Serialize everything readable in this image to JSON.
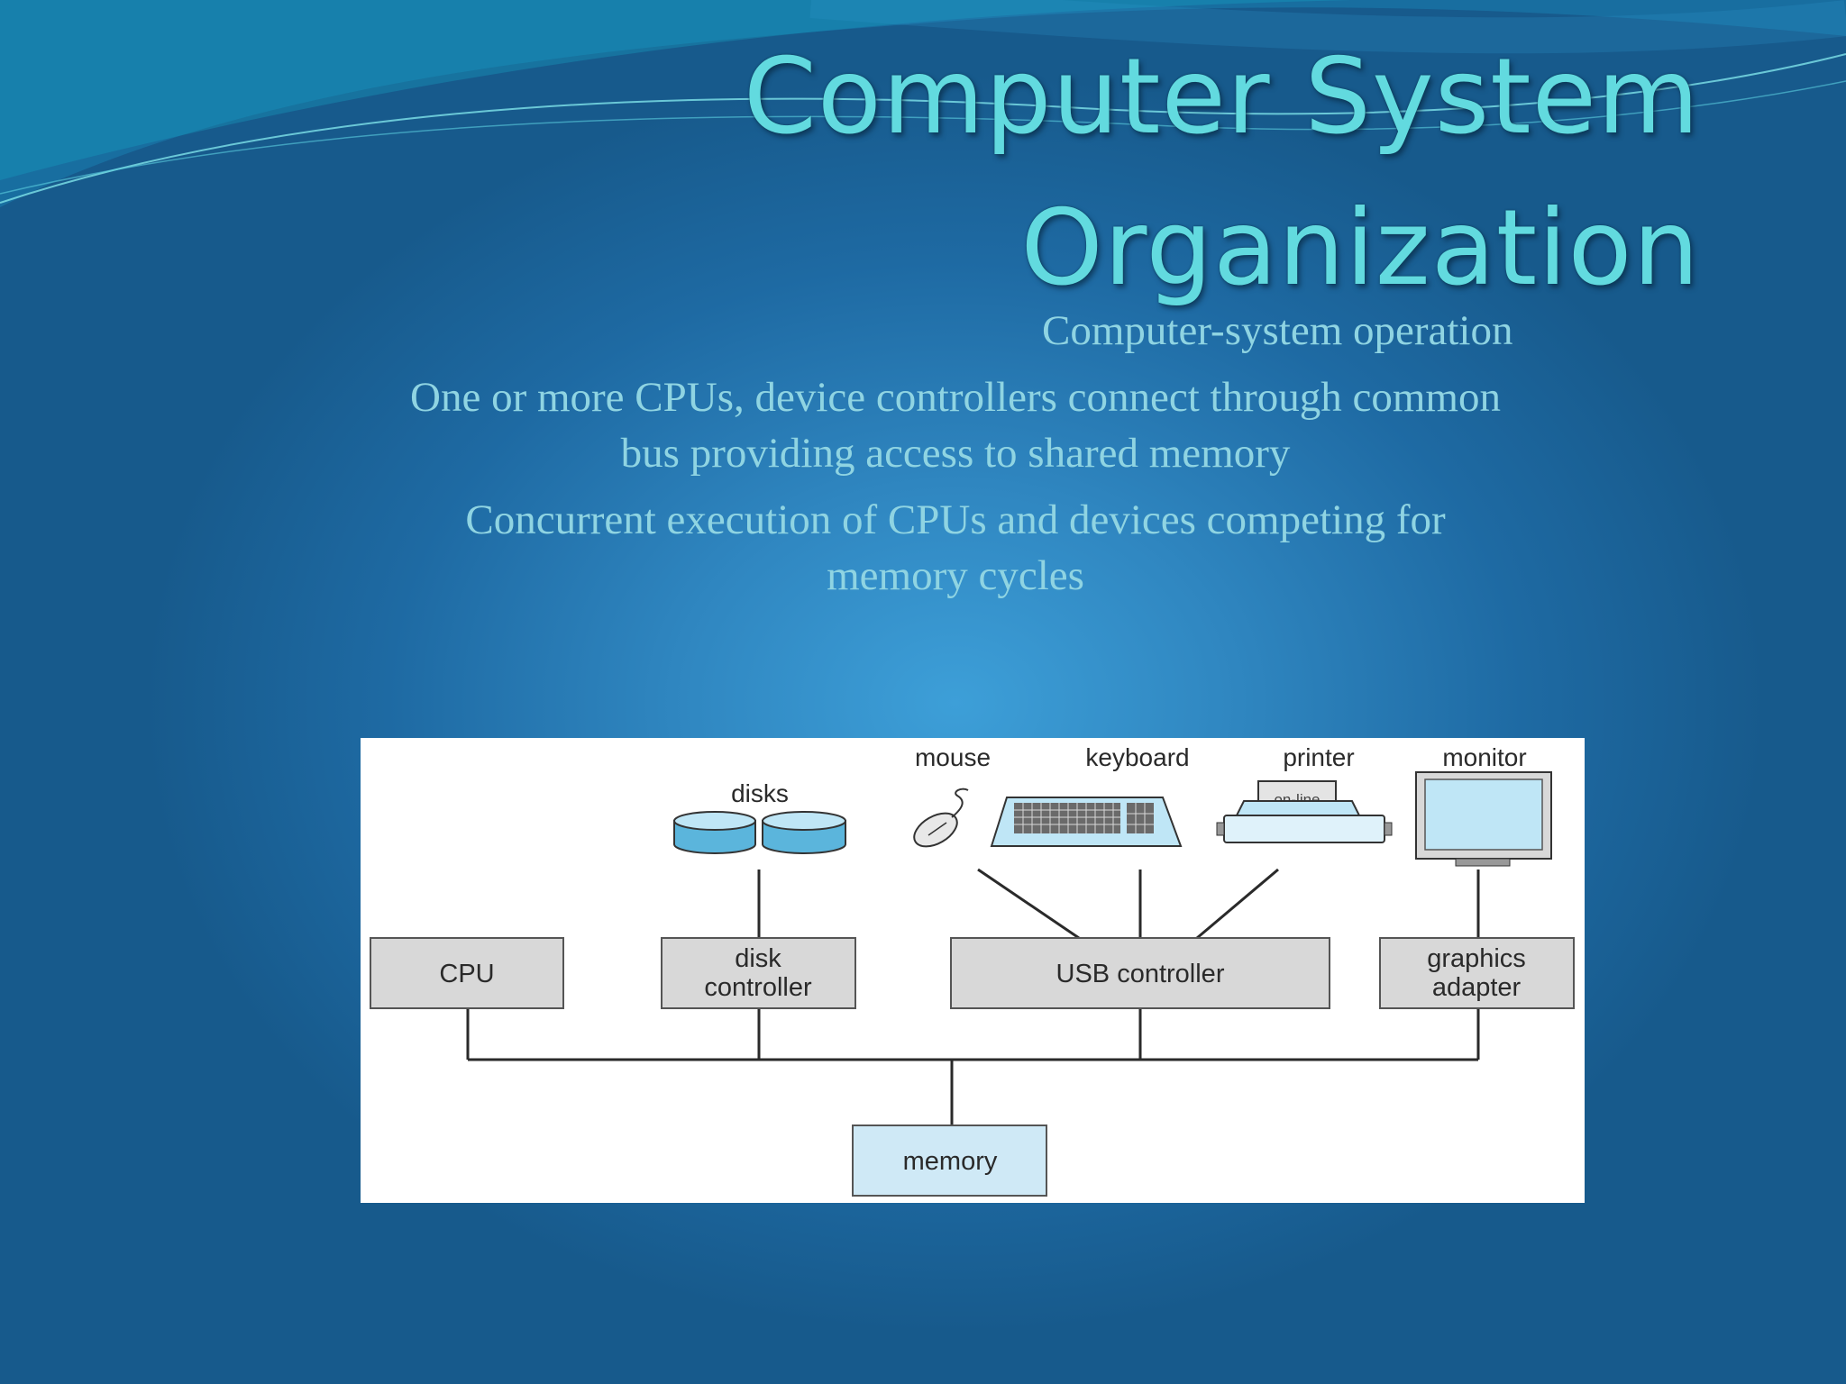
{
  "slide": {
    "title_line1": "Computer System",
    "title_line2": "Organization",
    "subtitle": "Computer-system operation",
    "bullet1_line1": "One or more CPUs, device controllers connect through common",
    "bullet1_line2": "bus providing access to shared memory",
    "bullet2_line1": "Concurrent execution of CPUs and devices competing for",
    "bullet2_line2": "memory cycles"
  },
  "diagram": {
    "devices": {
      "disks": "disks",
      "mouse": "mouse",
      "keyboard": "keyboard",
      "printer": "printer",
      "printer_panel": "on-line",
      "monitor": "monitor"
    },
    "boxes": {
      "cpu": "CPU",
      "disk_controller_1": "disk",
      "disk_controller_2": "controller",
      "usb_controller": "USB controller",
      "graphics_adapter_1": "graphics",
      "graphics_adapter_2": "adapter",
      "memory": "memory"
    }
  },
  "colors": {
    "title": "#62dadf",
    "body_text": "#8fd4e2",
    "background": "#2f86c0",
    "box_fill": "#d8d8d8",
    "memory_fill": "#cfe9f6"
  }
}
